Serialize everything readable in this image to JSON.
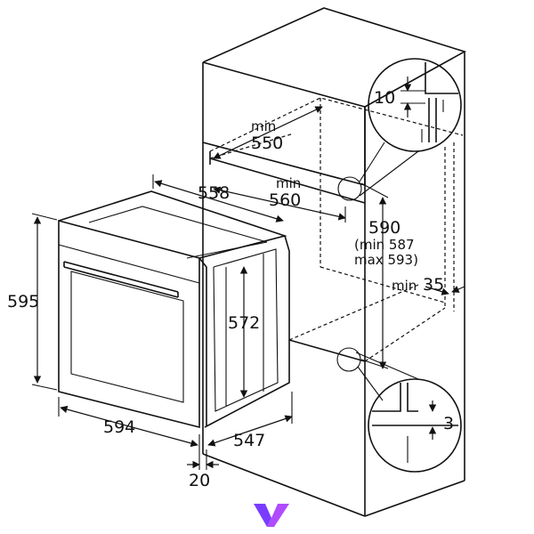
{
  "dimensions": {
    "cabinet_min_depth_top": {
      "prefix": "min",
      "value": "550"
    },
    "oven_depth_top": "558",
    "cabinet_min_depth_mid": {
      "prefix": "min",
      "value": "560"
    },
    "niche_height": "590",
    "niche_height_range_1": "(min 587",
    "niche_height_range_2": "max 593)",
    "gap_top": "10",
    "side_gap": {
      "prefix": "min",
      "value": "35"
    },
    "oven_height": "595",
    "body_height": "572",
    "oven_width": "594",
    "body_depth": "547",
    "front_offset": "20",
    "bottom_gap": "3"
  },
  "colors": {
    "line": "#111111",
    "logo_primary": "#7a3cff",
    "logo_secondary": "#b04cff"
  }
}
